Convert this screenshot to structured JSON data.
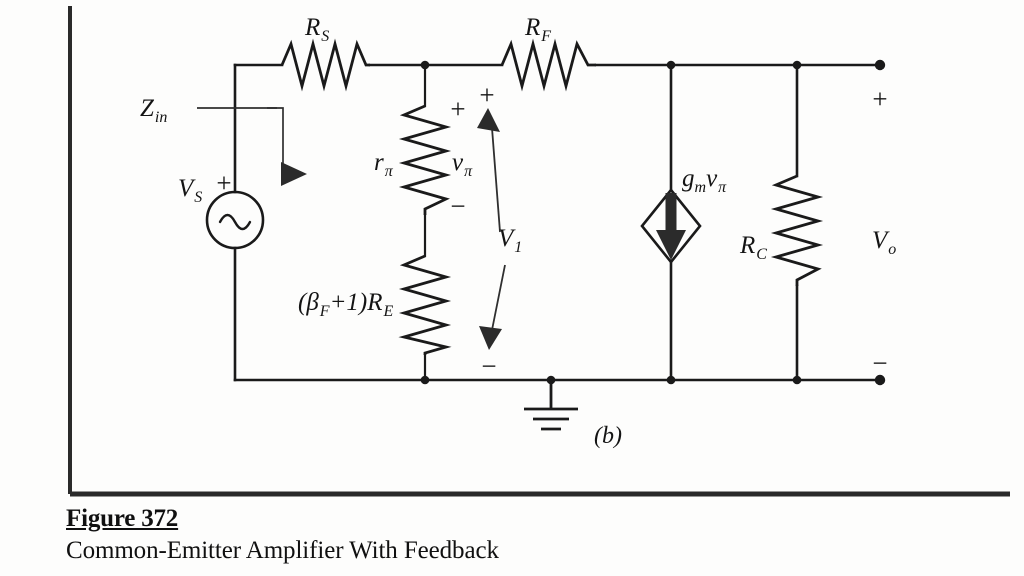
{
  "figure": {
    "title": "Figure 372",
    "subtitle": "Common-Emitter Amplifier With Feedback",
    "panel_label": "(b)"
  },
  "circuit": {
    "type": "small-signal-equivalent",
    "name": "Common-Emitter Amplifier With Feedback",
    "labels": {
      "source": "V",
      "source_sub": "S",
      "input_impedance": "Z",
      "input_impedance_sub": "in",
      "series_resistor": "R",
      "series_resistor_sub": "S",
      "feedback_resistor": "R",
      "feedback_resistor_sub": "F",
      "base_resistor": "r",
      "base_resistor_sub": "π",
      "emitter_resistor": "(β",
      "emitter_resistor_sub": "F",
      "emitter_resistor_mid": "+1)R",
      "emitter_resistor_sub2": "E",
      "pi_voltage": "v",
      "pi_voltage_sub": "π",
      "input_voltage": "V",
      "input_voltage_sub": "1",
      "transconductance": "g",
      "transconductance_sub": "m",
      "transconductance_v": "v",
      "transconductance_v_sub": "π",
      "collector_resistor": "R",
      "collector_resistor_sub": "C",
      "output_voltage": "V",
      "output_voltage_sub": "o"
    },
    "polarity": {
      "source_plus": "+",
      "rpi_plus": "+",
      "rpi_minus": "−",
      "v1_plus": "+",
      "v1_minus": "−",
      "out_plus": "+",
      "out_minus": "−"
    },
    "symbols": {
      "ac_source": "ac-voltage-source",
      "dependent_source": "dependent-current-source",
      "ground": "ground-symbol",
      "current_direction_arrow": "current-arrow-right",
      "dependent_source_arrow": "arrow-down"
    },
    "colors": {
      "ink": "#1a1a1a",
      "paper": "#fdfdfc",
      "leader": "#2f2f2f"
    }
  }
}
